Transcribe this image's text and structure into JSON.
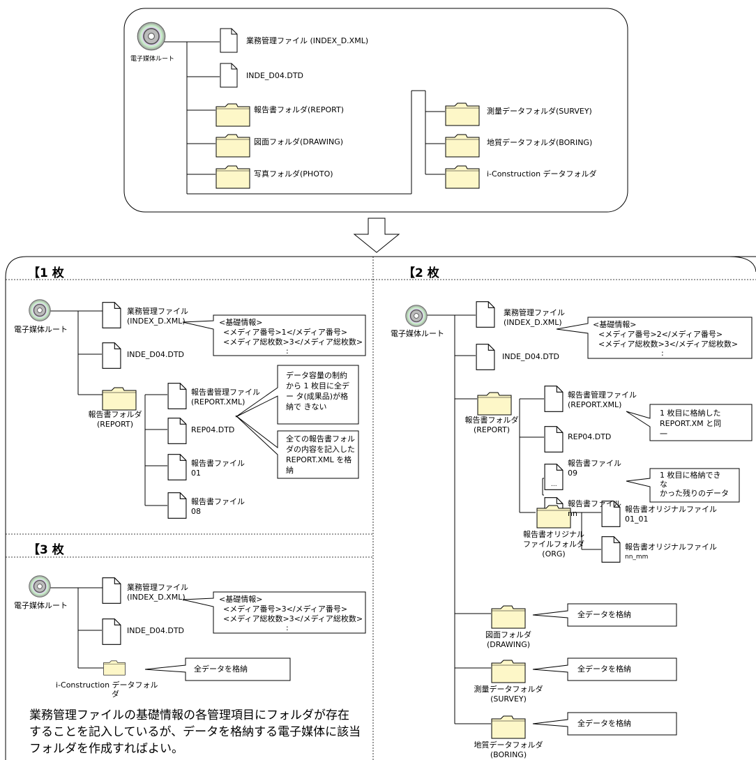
{
  "top": {
    "root_label": "電子媒体ルート",
    "index_file": "業務管理ファイル (INDEX_D.XML)",
    "dtd_file": "INDE_D04.DTD",
    "report_folder": "報告書フォルダ(REPORT)",
    "drawing_folder": "図面フォルダ(DRAWING)",
    "photo_folder": "写真フォルダ(PHOTO)",
    "survey_folder": "測量データフォルダ(SURVEY)",
    "boring_folder": "地質データフォルダ(BORING)",
    "icon_folder": "i-Construction データフォルダ"
  },
  "disk1": {
    "heading": "【1 枚",
    "root_label": "電子媒体ルート",
    "index_file_1": "業務管理ファイル",
    "index_file_2": "(INDEX_D.XML)",
    "info_1": "<基礎情報>",
    "info_2": "<メディア番号>1</メディア番号>",
    "info_3": "<メディア総枚数>3</メディア総枚数>",
    "info_4": ":",
    "dtd_file": "INDE_D04.DTD",
    "report_folder_1": "報告書フォルダ",
    "report_folder_2": "(REPORT)",
    "report_xml_1": "報告書管理ファイル",
    "report_xml_2": "(REPORT.XML)",
    "rep_dtd": "REP04.DTD",
    "report_file_a_1": "報告書ファイル",
    "report_file_a_2": "01",
    "report_file_b_1": "報告書ファイル",
    "report_file_b_2": "08",
    "callout_a_1": "データ容量の制約",
    "callout_a_2": "から 1 枚目に全デ",
    "callout_a_3": "ー タ(成果品)が格",
    "callout_a_4": "納で きない",
    "callout_b_1": "全ての報告書フォル",
    "callout_b_2": "ダの内容を記入した",
    "callout_b_3": "REPORT.XML を格",
    "callout_b_4": "納"
  },
  "disk2": {
    "heading": "【2 枚",
    "root_label": "電子媒体ルート",
    "index_file_1": "業務管理ファイル",
    "index_file_2": "(INDEX_D.XML)",
    "info_1": "<基礎情報>",
    "info_2": "<メディア番号>2</メディア番号>",
    "info_3": "<メディア総枚数>3</メディア総枚数>",
    "info_4": ":",
    "dtd_file": "INDE_D04.DTD",
    "report_folder_1": "報告書フォルダ",
    "report_folder_2": "(REPORT)",
    "report_xml_1": "報告書管理ファイル",
    "report_xml_2": "(REPORT.XML)",
    "rep_dtd": "REP04.DTD",
    "report_file_a_1": "報告書ファイル",
    "report_file_a_2": "09",
    "ellipsis": "...",
    "report_file_b_1": "報告書ファイル",
    "report_file_b_2": "nn",
    "org_folder_1": "報告書オリジナル",
    "org_folder_2": "ファイルフォルダ",
    "org_folder_3": "(ORG)",
    "org_file_a_1": "報告書オリジナルファイル",
    "org_file_a_2": "01_01",
    "org_file_b_1": "報告書オリジナルファイル",
    "org_file_b_2": "nn_mm",
    "callout_a_1": "1 枚目に格納した",
    "callout_a_2": "REPORT.XM と同",
    "callout_a_3": "一",
    "callout_b_1": "1 枚目に格納でき",
    "callout_b_2": "な",
    "callout_b_3": "かった残りのデータ",
    "drawing_folder_1": "図面フォルダ",
    "drawing_folder_2": "(DRAWING)",
    "survey_folder_1": "測量データフォルダ",
    "survey_folder_2": "(SURVEY)",
    "boring_folder_1": "地質データフォルダ",
    "boring_folder_2": "(BORING)",
    "all_data": "全データを格納"
  },
  "disk3": {
    "heading": "【3 枚",
    "root_label": "電子媒体ルート",
    "index_file_1": "業務管理ファイル",
    "index_file_2": "(INDEX_D.XML)",
    "info_1": "<基礎情報>",
    "info_2": "<メディア番号>3</メディア番号>",
    "info_3": "<メディア総枚数>3</メディア総枚数>",
    "info_4": ":",
    "dtd_file": "INDE_D04.DTD",
    "icon_folder_1": "i-Construction データフォル",
    "icon_folder_2": "ダ",
    "all_data": "全データを格納",
    "note_1": "業務管理ファイルの基礎情報の各管理項目にフォルダが存在",
    "note_2": "することを記入しているが、データを格納する電子媒体に該当",
    "note_3": "フォルダを作成すればよい。"
  },
  "colors": {
    "folder_fill": "#fdf7c8",
    "line": "#000000"
  }
}
